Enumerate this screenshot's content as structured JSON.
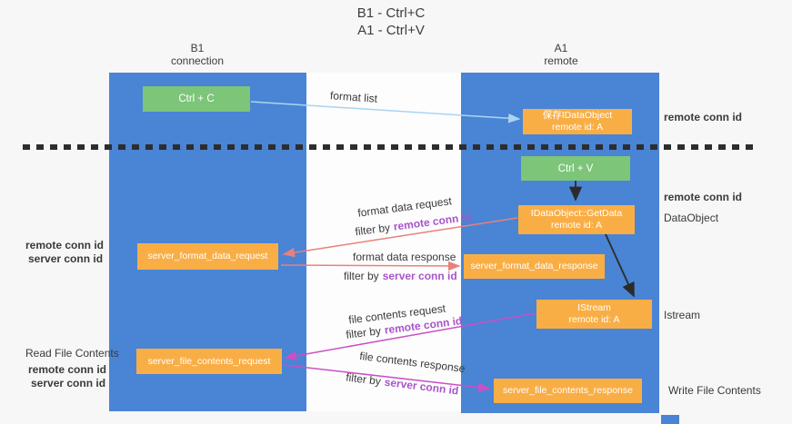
{
  "title": {
    "line1": "B1 - Ctrl+C",
    "line2": "A1 - Ctrl+V"
  },
  "lanes": {
    "left": {
      "name": "B1",
      "subtitle": "connection"
    },
    "right": {
      "name": "A1",
      "subtitle": "remote"
    }
  },
  "boxes": {
    "ctrl_c": "Ctrl + C",
    "ctrl_v": "Ctrl + V",
    "save_idataobject": {
      "title": "保存IDataObject",
      "subtitle": "remote id: A"
    },
    "getdata": {
      "title": "IDataObject::GetData",
      "subtitle": "remote id: A"
    },
    "istream": {
      "title": "IStream",
      "subtitle": "remote id: A"
    },
    "server_format_data_request": "server_format_data_request",
    "server_format_data_response": "server_format_data_response",
    "server_file_contents_request": "server_file_contents_request",
    "server_file_contents_response": "server_file_contents_response"
  },
  "labels": {
    "remote_conn_id": "remote conn id",
    "server_conn_id": "server conn id",
    "dataobject": "DataObject",
    "istream": "Istream",
    "read_file_contents": "Read File Contents",
    "write_file_contents": "Write File Contents",
    "filter_by": "filter by"
  },
  "arrow_labels": {
    "format_list": "format list",
    "format_data_request": "format data request",
    "format_data_response": "format data response",
    "file_contents_request": "file contents request",
    "file_contents_response": "file contents response"
  },
  "colors": {
    "lane_blue": "#4a84d4",
    "box_orange": "#f9ae45",
    "box_green": "#7cc579",
    "accent_purple": "#a855c8",
    "accent_green": "#67bd66",
    "arrow_red": "#e8817a",
    "arrow_magenta": "#cc4fc6",
    "arrow_lightblue": "#aad4f0",
    "arrow_black": "#2b2b2b"
  }
}
